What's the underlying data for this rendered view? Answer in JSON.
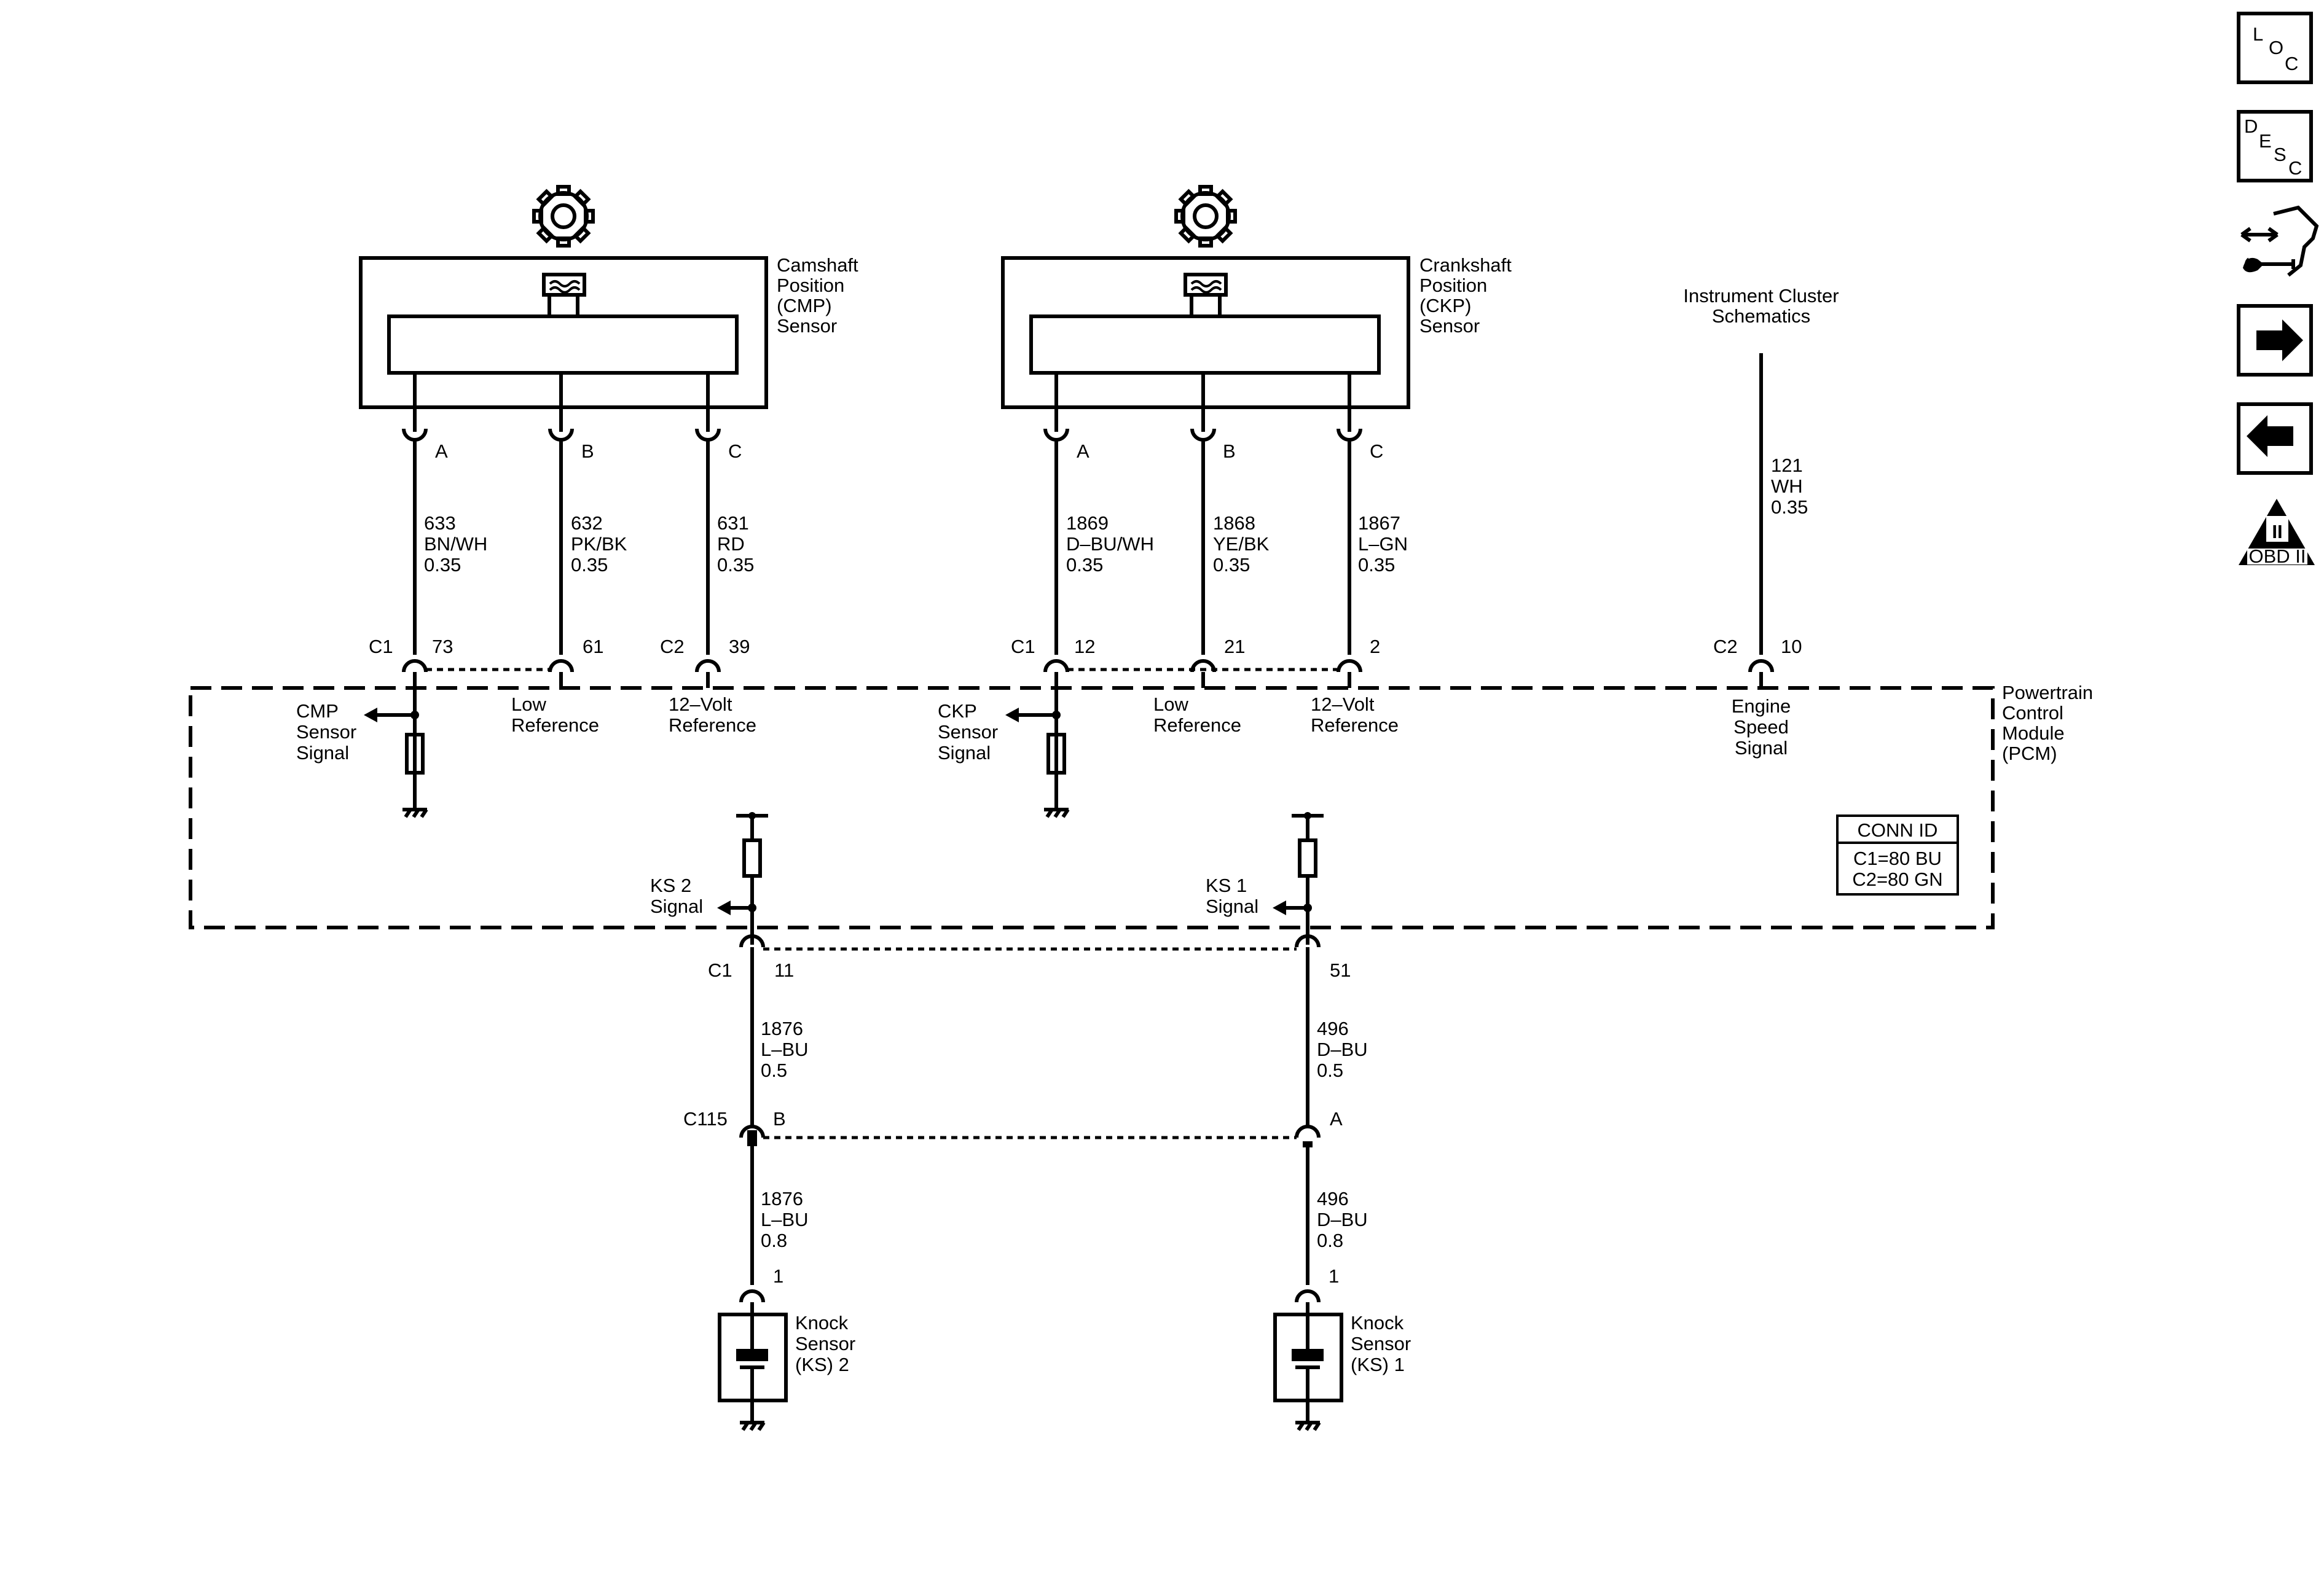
{
  "cmp": {
    "title_lines": [
      "Camshaft",
      "Position",
      "(CMP)",
      "Sensor"
    ],
    "pins": [
      "A",
      "B",
      "C"
    ],
    "wires": [
      {
        "circuit": "633",
        "color": "BN/WH",
        "gauge": "0.35"
      },
      {
        "circuit": "632",
        "color": "PK/BK",
        "gauge": "0.35"
      },
      {
        "circuit": "631",
        "color": "RD",
        "gauge": "0.35"
      }
    ],
    "pcm_connectors": [
      "C1",
      "C2"
    ],
    "pcm_pins": [
      "73",
      "61",
      "39"
    ],
    "signal_lines": [
      "CMP",
      "Sensor",
      "Signal"
    ],
    "low_ref_lines": [
      "Low",
      "Reference"
    ],
    "ref12_lines": [
      "12–Volt",
      "Reference"
    ]
  },
  "ckp": {
    "title_lines": [
      "Crankshaft",
      "Position",
      "(CKP)",
      "Sensor"
    ],
    "pins": [
      "A",
      "B",
      "C"
    ],
    "wires": [
      {
        "circuit": "1869",
        "color": "D–BU/WH",
        "gauge": "0.35"
      },
      {
        "circuit": "1868",
        "color": "YE/BK",
        "gauge": "0.35"
      },
      {
        "circuit": "1867",
        "color": "L–GN",
        "gauge": "0.35"
      }
    ],
    "pcm_connector": "C1",
    "pcm_pins": [
      "12",
      "21",
      "2"
    ],
    "signal_lines": [
      "CKP",
      "Sensor",
      "Signal"
    ],
    "low_ref_lines": [
      "Low",
      "Reference"
    ],
    "ref12_lines": [
      "12–Volt",
      "Reference"
    ]
  },
  "cluster": {
    "title_lines": [
      "Instrument Cluster",
      "Schematics"
    ],
    "wire": {
      "circuit": "121",
      "color": "WH",
      "gauge": "0.35"
    },
    "pcm_connector": "C2",
    "pcm_pin": "10",
    "signal_lines": [
      "Engine",
      "Speed",
      "Signal"
    ]
  },
  "pcm": {
    "title_lines": [
      "Powertrain",
      "Control",
      "Module",
      "(PCM)"
    ],
    "conn_id": {
      "header": "CONN ID",
      "rows": [
        "C1=80 BU",
        "C2=80 GN"
      ]
    }
  },
  "knock": {
    "ks2_signal_lines": [
      "KS 2",
      "Signal"
    ],
    "ks1_signal_lines": [
      "KS 1",
      "Signal"
    ],
    "pcm_connector": "C1",
    "pcm_pins": [
      "11",
      "51"
    ],
    "upper_wires": [
      {
        "circuit": "1876",
        "color": "L–BU",
        "gauge": "0.5"
      },
      {
        "circuit": "496",
        "color": "D–BU",
        "gauge": "0.5"
      }
    ],
    "inline_connector": "C115",
    "inline_pins": [
      "B",
      "A"
    ],
    "lower_wires": [
      {
        "circuit": "1876",
        "color": "L–BU",
        "gauge": "0.8"
      },
      {
        "circuit": "496",
        "color": "D–BU",
        "gauge": "0.8"
      }
    ],
    "sensor_pins": [
      "1",
      "1"
    ],
    "ks2_lines": [
      "Knock",
      "Sensor",
      "(KS) 2"
    ],
    "ks1_lines": [
      "Knock",
      "Sensor",
      "(KS) 1"
    ]
  },
  "nav": {
    "loc": [
      "L",
      "O",
      "C"
    ],
    "desc": [
      "D",
      "E",
      "S",
      "C"
    ],
    "obd": {
      "numeral": "II",
      "label": "OBD II"
    }
  },
  "icons": [
    "gear-icon",
    "ground-icon",
    "loc-icon",
    "desc-icon",
    "connector-view-icon",
    "arrow-right-icon",
    "arrow-left-icon",
    "obd-ii-icon"
  ]
}
